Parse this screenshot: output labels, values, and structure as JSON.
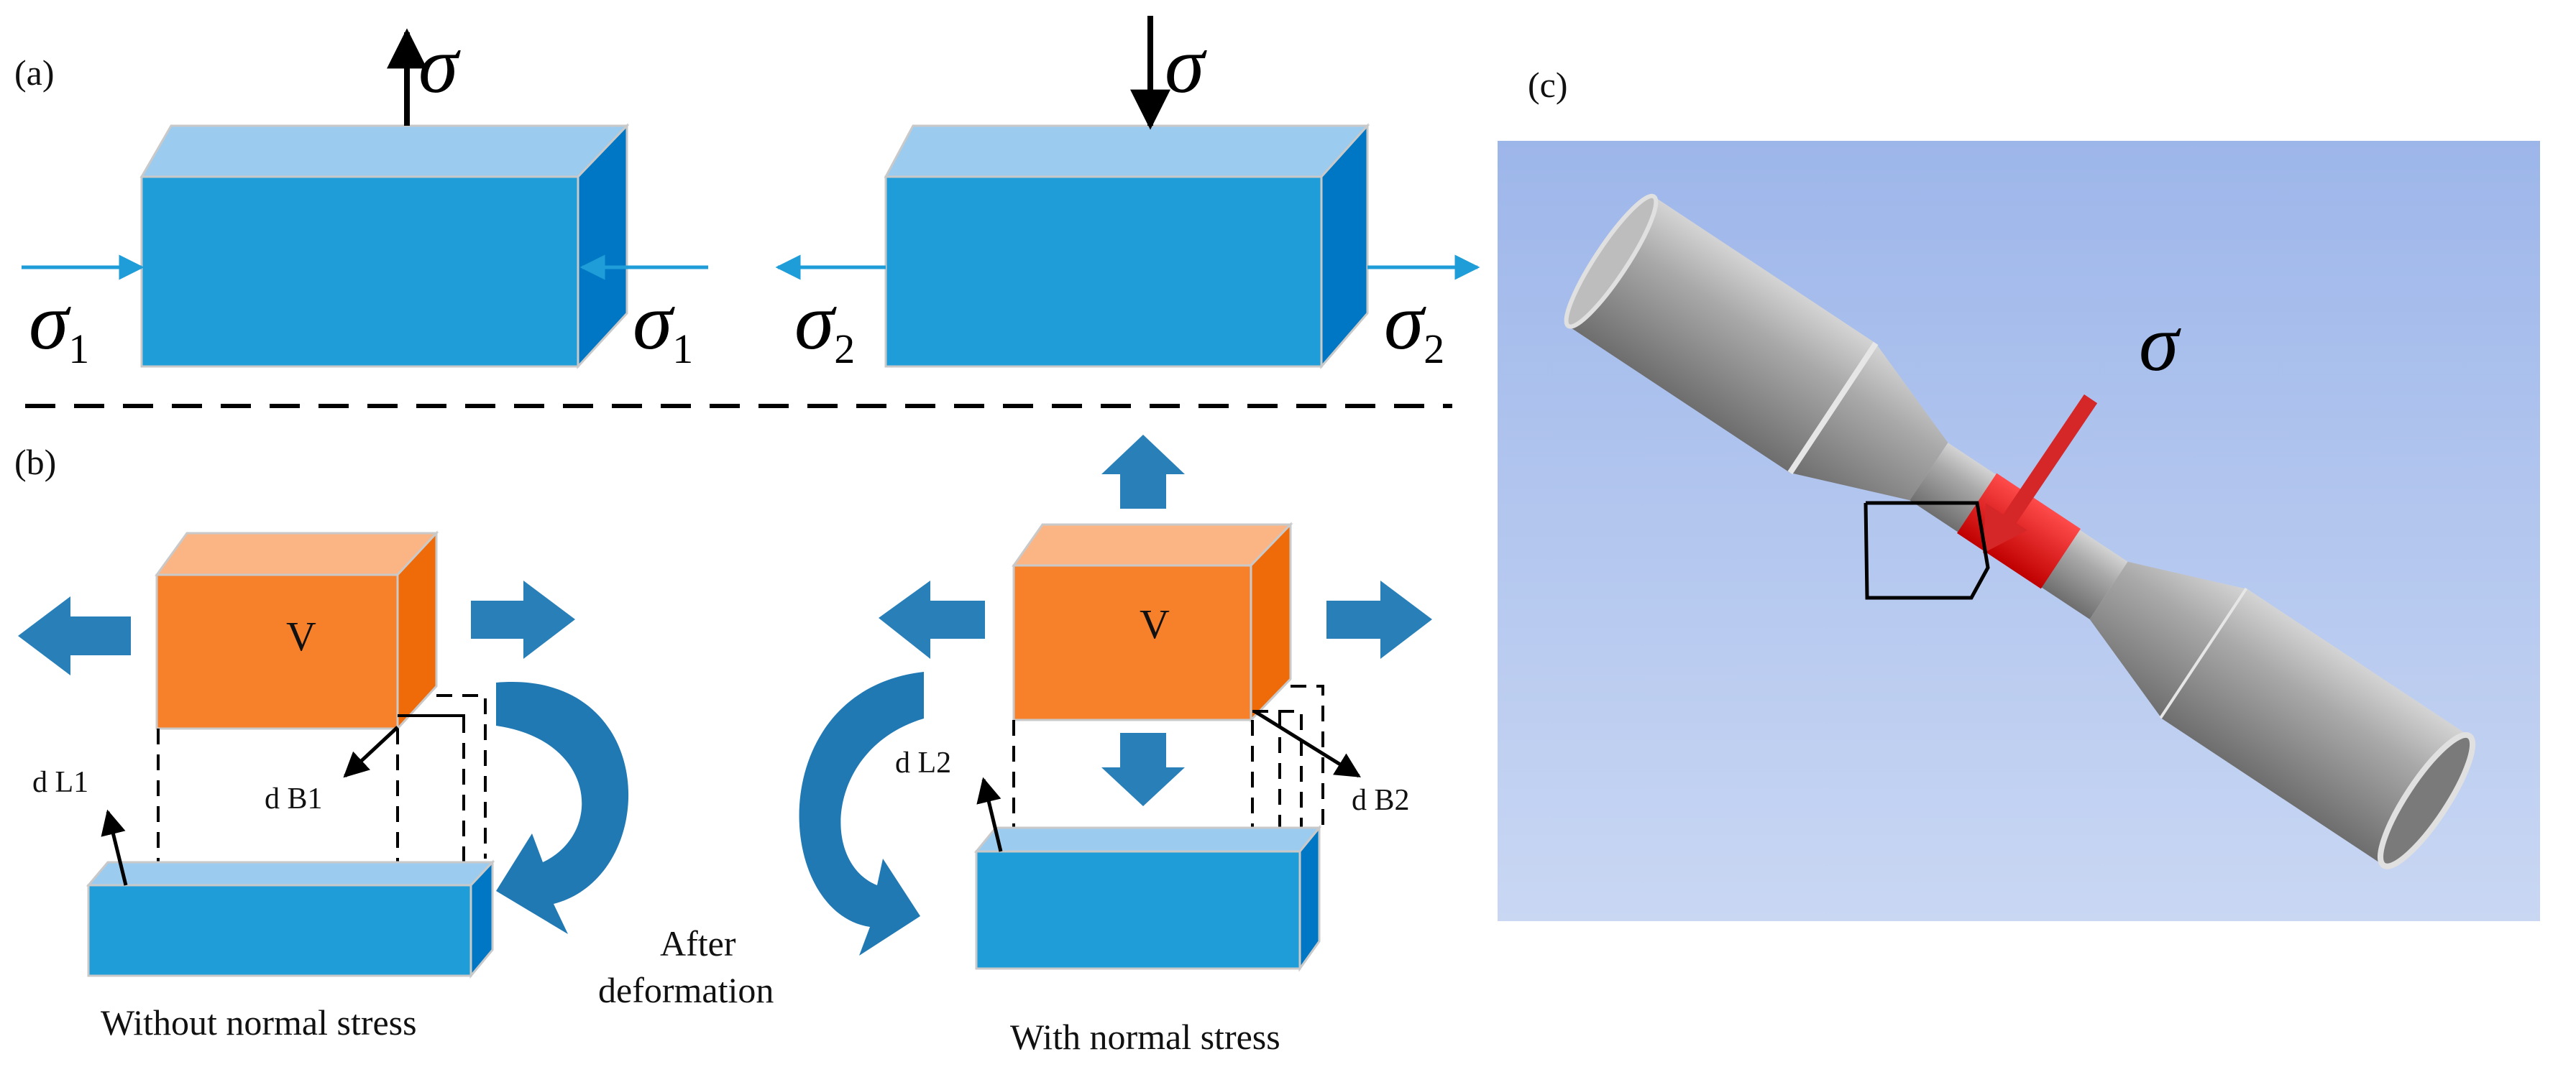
{
  "panels": {
    "a": {
      "label": "(a)"
    },
    "b": {
      "label": "(b)"
    },
    "c": {
      "label": "(c)"
    }
  },
  "symbols": {
    "sigma": "σ",
    "sub1": "1",
    "sub2": "2",
    "volume": "V"
  },
  "labels": {
    "dL1": "d L1",
    "dB1": "d B1",
    "dL2": "d L2",
    "dB2": "d B2",
    "after_line1": "After",
    "after_line2": "deformation",
    "without_normal_stress": "Without normal stress",
    "with_normal_stress": "With normal stress"
  },
  "colors": {
    "box_front": "#1e9dd8",
    "box_top": "#9bcbee",
    "box_side": "#0077c4",
    "orange_front": "#f7812a",
    "orange_top": "#fbb585",
    "orange_side": "#ef6a08",
    "flow_arrow": "#2980b9",
    "stress_arrow_red": "#d62728",
    "specimen_gray": "#9a9a9a"
  }
}
